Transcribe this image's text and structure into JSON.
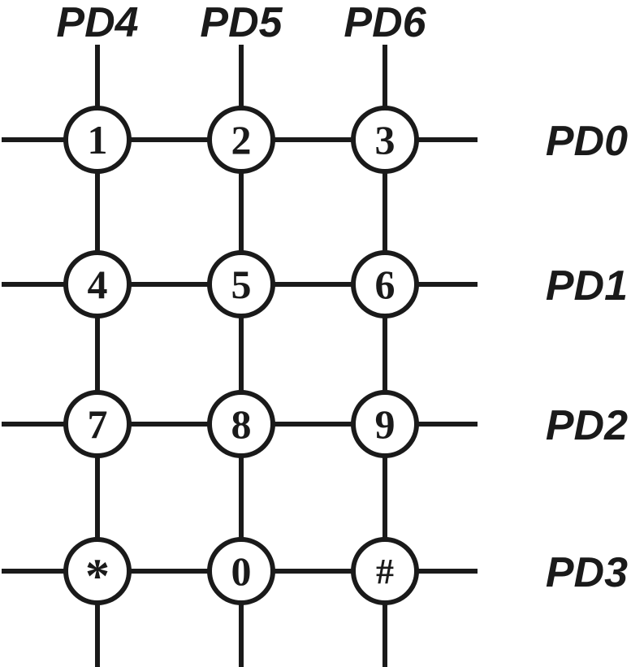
{
  "colors": {
    "ink": "#1a1a1a",
    "background": "#ffffff"
  },
  "columns": [
    {
      "label": "PD4"
    },
    {
      "label": "PD5"
    },
    {
      "label": "PD6"
    }
  ],
  "rows": [
    {
      "label": "PD0",
      "keys": [
        "1",
        "2",
        "3"
      ]
    },
    {
      "label": "PD1",
      "keys": [
        "4",
        "5",
        "6"
      ]
    },
    {
      "label": "PD2",
      "keys": [
        "7",
        "8",
        "9"
      ]
    },
    {
      "label": "PD3",
      "keys": [
        "*",
        "0",
        "#"
      ]
    }
  ]
}
